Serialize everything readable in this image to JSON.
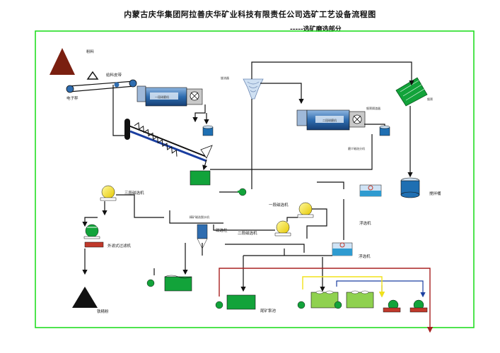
{
  "header": {
    "title": "内蒙古庆华集团阿拉善庆华矿业科技有限责任公司选矿工艺设备流程图",
    "subtitle": "-----选矿磨选部分"
  },
  "labels": {
    "fenliao": "粉料",
    "geiliao_pidai": "给料皮带",
    "dianzicheng": "电子秤",
    "yiduan_qiumoji": "一段球磨机",
    "xuanliuqi": "旋流器",
    "xiguanshi_pidai": "细筛",
    "erduan_qiumoji": "二段球磨机",
    "shashi_cizhu": "细筛隔渣器",
    "mocai_cifen": "磨介磁选分机",
    "sanduan_cixuanji": "三段磁选机",
    "yiduan_cixuanji": "一段磁选机",
    "erduan_cixuanji": "二段磁选机",
    "cixuanzhu": "磁选柱",
    "jingkuang_ci": "精矿磁选脱水机",
    "waiyuan_guolvji": "外滤式过滤机",
    "tiejingfen": "铁精粉",
    "jiaobantong": "搅拌桶",
    "fuxuanji_1": "浮选机",
    "fuxuanji_2": "浮选机",
    "weikuang_bengchi": "尾矿泵池"
  },
  "colors": {
    "frame_green": "#22dd22",
    "flow_black": "#111111",
    "flow_blue": "#1a3ea0",
    "flow_yellow": "#f2e21a",
    "flow_red": "#a82020",
    "equip_green": "#12a33a",
    "tank_green": "#8fd14f",
    "tank_blue": "#1f6fb2",
    "drum_blue": "#2f6db0",
    "pile_brown": "#7a1f10",
    "pile_black": "#111111",
    "separator_yellow": "#f5e51a"
  }
}
